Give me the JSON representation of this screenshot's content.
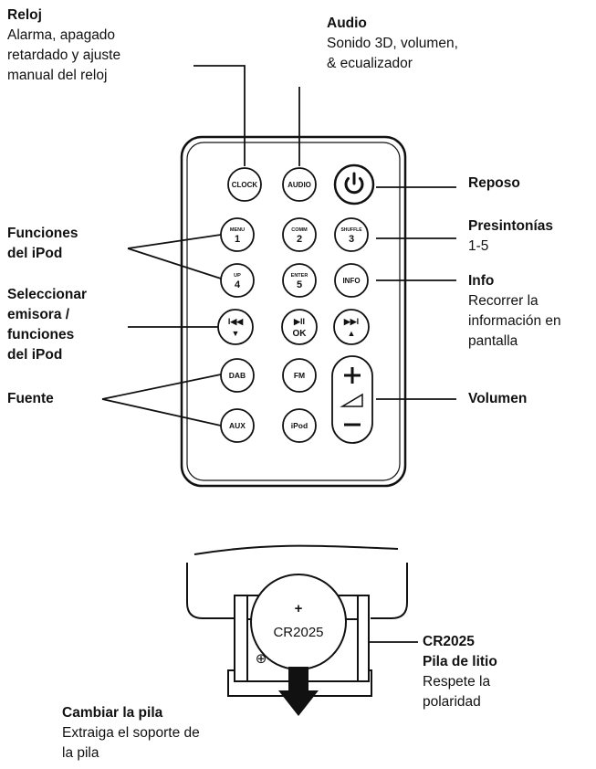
{
  "labels": {
    "reloj": {
      "title": "Reloj",
      "lines": [
        "Alarma, apagado",
        "retardado y ajuste",
        "manual del reloj"
      ]
    },
    "audio": {
      "title": "Audio",
      "lines": [
        "Sonido 3D, volumen,",
        "& ecualizador"
      ]
    },
    "reposo": {
      "title": "Reposo"
    },
    "presintonias": {
      "title": "Presintonías",
      "lines": [
        "1-5"
      ]
    },
    "info": {
      "title": "Info",
      "lines": [
        "Recorrer la",
        "información en",
        "pantalla"
      ]
    },
    "volumen": {
      "title": "Volumen"
    },
    "funciones": {
      "title_lines": [
        "Funciones",
        "del iPod"
      ]
    },
    "seleccionar": {
      "title_lines": [
        "Seleccionar",
        "emisora /",
        "funciones",
        "del iPod"
      ]
    },
    "fuente": {
      "title": "Fuente"
    },
    "cr2025": {
      "title_lines": [
        "CR2025",
        "Pila de litio"
      ],
      "lines": [
        "Respete la",
        "polaridad"
      ]
    },
    "cambiar": {
      "title": "Cambiar la pila",
      "lines": [
        "Extraiga el soporte de",
        "la pila"
      ]
    }
  },
  "remote_buttons": {
    "clock": "CLOCK",
    "audio": "AUDIO",
    "menu": [
      "MENU",
      "1"
    ],
    "comm": [
      "COMM",
      "2"
    ],
    "shuffle": [
      "SHUFFLE",
      "3"
    ],
    "up": [
      "UP",
      "4"
    ],
    "enter": [
      "ENTER",
      "5"
    ],
    "info": "INFO",
    "prev": [
      "I◀◀",
      "▼"
    ],
    "play": [
      "▶II",
      "OK"
    ],
    "next": [
      "▶▶I",
      "▲"
    ],
    "dab": "DAB",
    "fm": "FM",
    "aux": "AUX",
    "ipod": "iPod"
  },
  "battery": {
    "plus": "+",
    "model": "CR2025",
    "polarity_symbol": "⊕"
  },
  "icons": {
    "power": "power-icon",
    "volume_plus": "+",
    "volume_minus": "−"
  }
}
